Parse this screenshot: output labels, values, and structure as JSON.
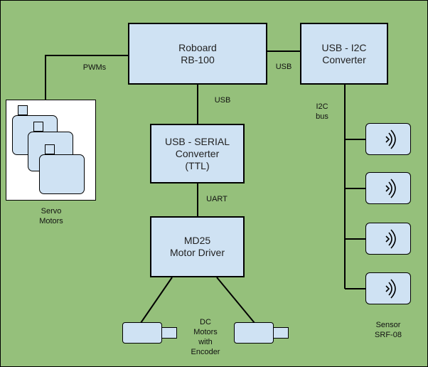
{
  "boxes": {
    "roboard": {
      "line1": "Roboard",
      "line2": "RB-100"
    },
    "usb_i2c": {
      "line1": "USB - I2C",
      "line2": "Converter"
    },
    "usb_serial": {
      "line1": "USB - SERIAL",
      "line2": "Converter",
      "line3": "(TTL)"
    },
    "md25": {
      "line1": "MD25",
      "line2": "Motor Driver"
    }
  },
  "labels": {
    "pwms": "PWMs",
    "usb_right": "USB",
    "usb_down": "USB",
    "i2c_bus": "I2C\nbus",
    "uart": "UART",
    "servo_motors": "Servo\nMotors",
    "dc_motors": "DC\nMotors\nwith\nEncoder",
    "sensor": "Sensor\nSRF-08"
  },
  "colors": {
    "background": "#95c07b",
    "box_fill": "#cfe2f3",
    "servo_panel": "#ffffff"
  },
  "icons": {
    "servo": "servo-motor-icon",
    "sensor": "ultrasonic-sensor-icon",
    "dc_motor": "dc-motor-icon"
  }
}
